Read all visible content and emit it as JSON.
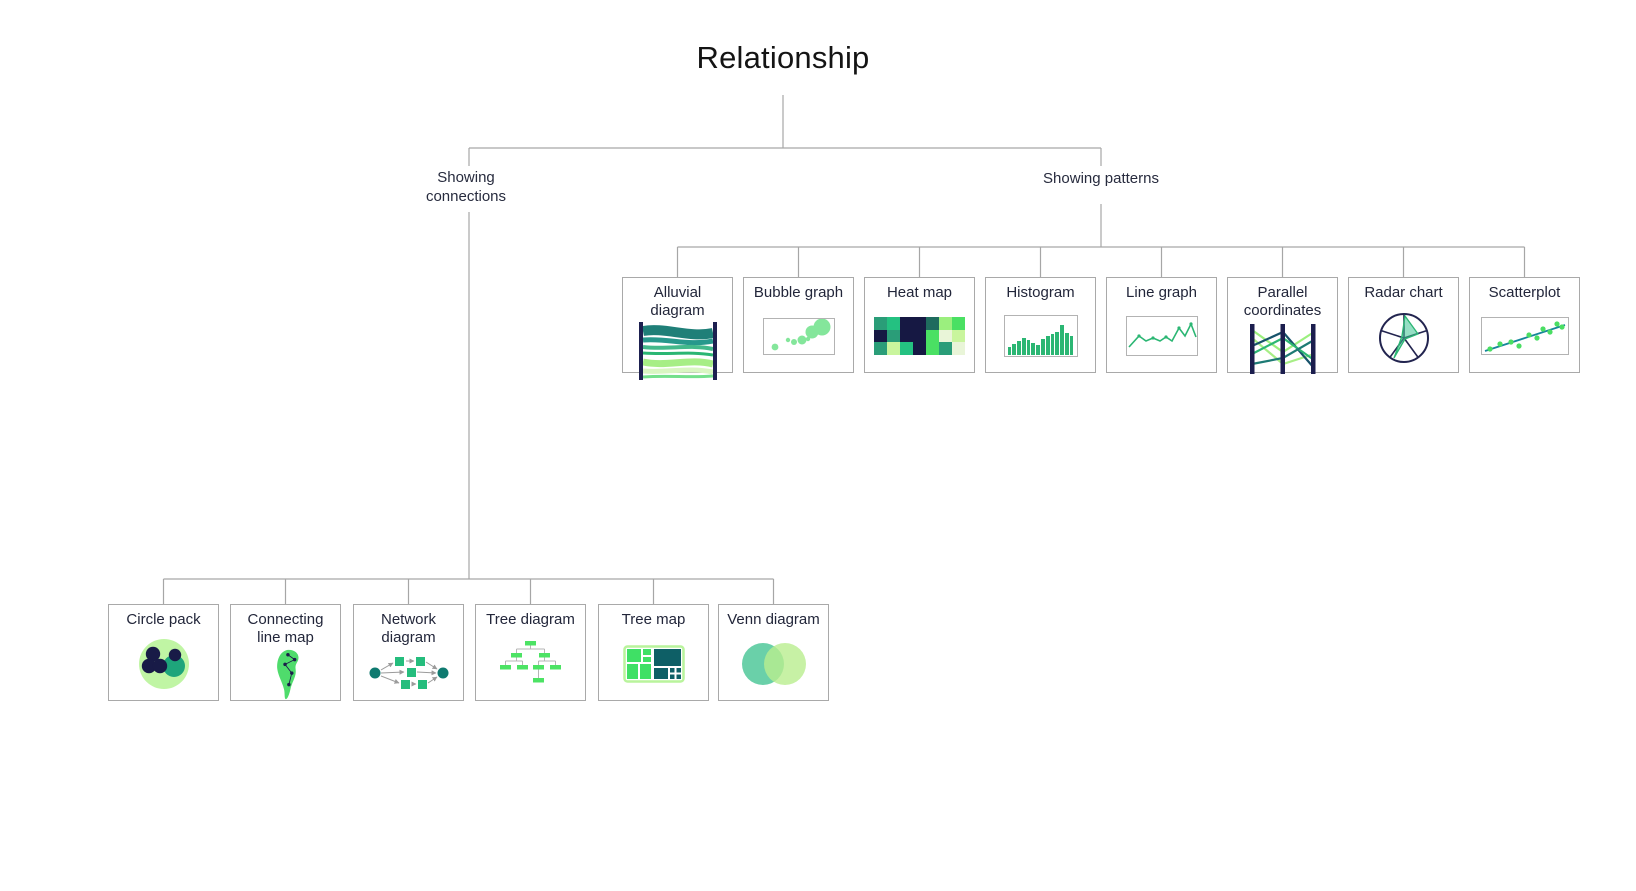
{
  "title": "Relationship",
  "branches": {
    "connections": {
      "label": "Showing connections"
    },
    "patterns": {
      "label": "Showing patterns"
    }
  },
  "patterns_cards": [
    {
      "label": "Alluvial diagram",
      "icon": "alluvial-diagram-icon"
    },
    {
      "label": "Bubble graph",
      "icon": "bubble-graph-icon"
    },
    {
      "label": "Heat map",
      "icon": "heat-map-icon"
    },
    {
      "label": "Histogram",
      "icon": "histogram-icon"
    },
    {
      "label": "Line graph",
      "icon": "line-graph-icon"
    },
    {
      "label": "Parallel coordinates",
      "icon": "parallel-coordinates-icon"
    },
    {
      "label": "Radar chart",
      "icon": "radar-chart-icon"
    },
    {
      "label": "Scatterplot",
      "icon": "scatterplot-icon"
    }
  ],
  "connections_cards": [
    {
      "label": "Circle pack",
      "icon": "circle-pack-icon"
    },
    {
      "label": "Connecting line map",
      "icon": "connecting-line-map-icon"
    },
    {
      "label": "Network diagram",
      "icon": "network-diagram-icon"
    },
    {
      "label": "Tree diagram",
      "icon": "tree-diagram-icon"
    },
    {
      "label": "Tree map",
      "icon": "tree-map-icon"
    },
    {
      "label": "Venn diagram",
      "icon": "venn-diagram-icon"
    }
  ],
  "palette": {
    "navy": "#161843",
    "darkTeal": "#1f6b5e",
    "teal": "#2a9d78",
    "green": "#24c181",
    "brightGreen": "#4ae063",
    "lightGreen": "#9bef7e",
    "paleGreen": "#c9f59d",
    "cream": "#e9f5d8",
    "line": "#2bb673",
    "connector": "#a6a6a6"
  },
  "icon_data": {
    "heat_map_grid": [
      [
        "teal",
        "green",
        "navy",
        "navy",
        "darkTeal",
        "lightGreen",
        "brightGreen"
      ],
      [
        "navy",
        "teal",
        "navy",
        "navy",
        "brightGreen",
        "cream",
        "paleGreen"
      ],
      [
        "teal",
        "paleGreen",
        "green",
        "navy",
        "brightGreen",
        "teal",
        "cream"
      ]
    ],
    "histogram_values": [
      28,
      38,
      48,
      58,
      50,
      40,
      34,
      54,
      62,
      70,
      78,
      100,
      74,
      62
    ],
    "line_graph_points": "2,30 12,19 19,24 26,21 33,24 39,20 45,24 52,11 58,19 64,7 69,20"
  }
}
